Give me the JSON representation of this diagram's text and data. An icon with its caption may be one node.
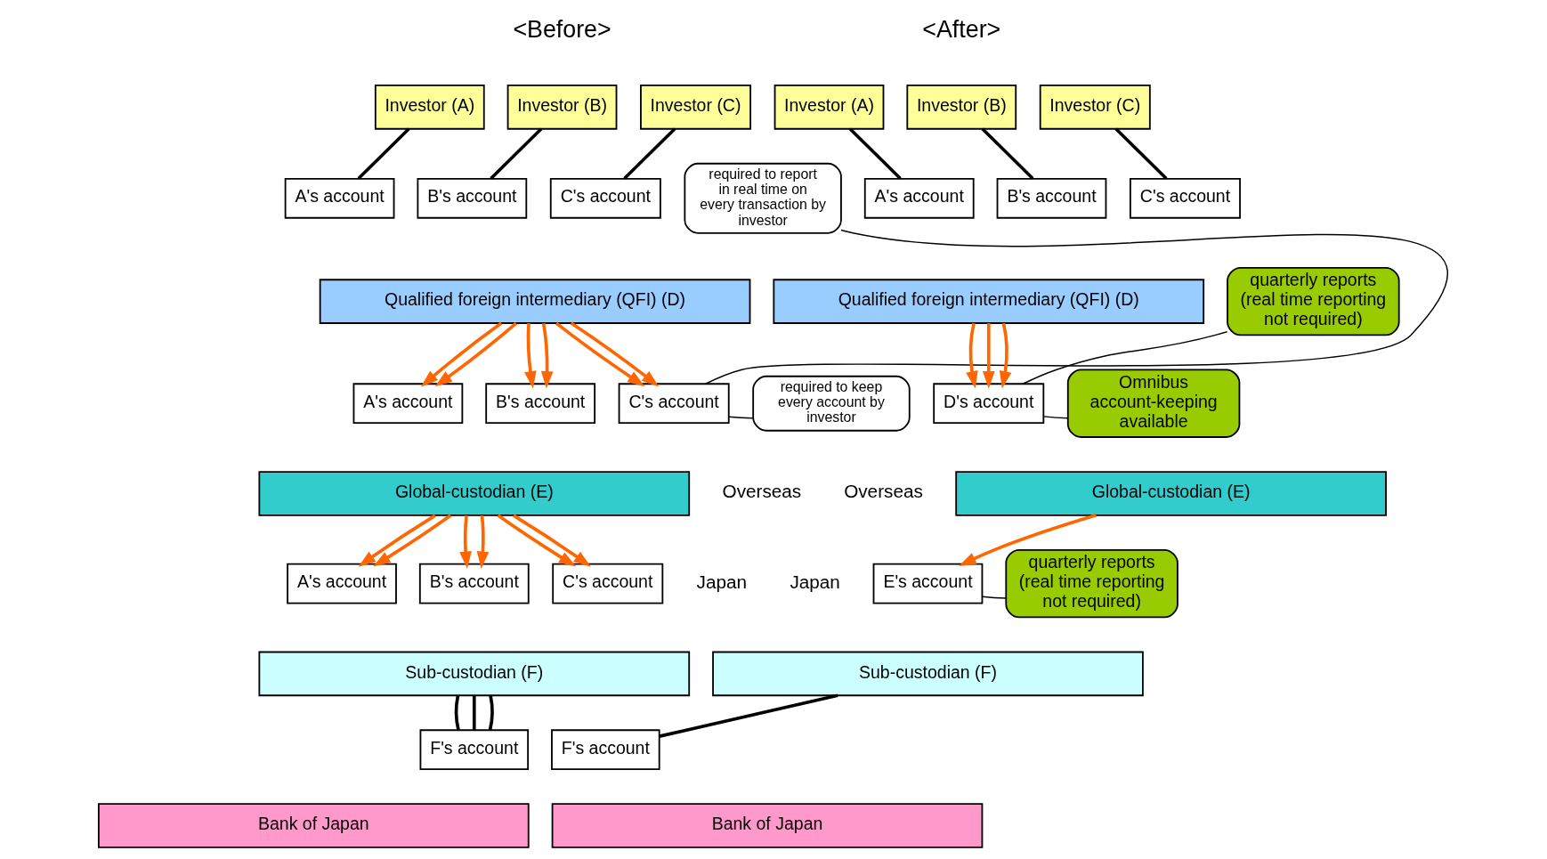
{
  "diagram": {
    "nodes": [
      {
        "text": [
          "Investor (A)"
        ]
      },
      {
        "text": [
          "Investor (B)"
        ]
      },
      {
        "text": [
          "Investor (C)"
        ]
      },
      {
        "text": [
          "A's account"
        ]
      },
      {
        "text": [
          "B's account"
        ]
      },
      {
        "text": [
          "C's account"
        ]
      },
      {
        "text": [
          "Qualified foreign intermediary (QFI) (D)"
        ]
      },
      {
        "text": [
          "A's account"
        ]
      },
      {
        "text": [
          "B's account"
        ]
      },
      {
        "text": [
          "C's account"
        ]
      },
      {
        "text": [
          "Global-custodian (E)"
        ]
      },
      {
        "text": [
          "A's account"
        ]
      },
      {
        "text": [
          "B's account"
        ]
      },
      {
        "text": [
          "C's account"
        ]
      },
      {
        "text": [
          "Sub-custodian (F)"
        ]
      },
      {
        "text": [
          "F's account"
        ]
      },
      {
        "text": [
          "Bank of Japan"
        ]
      },
      {
        "text": [
          "required to report in real time on every transaction by investor"
        ]
      },
      {
        "text": [
          "required to keep every account by investor"
        ]
      },
      {
        "text": [
          "Investor (A)"
        ]
      },
      {
        "text": [
          "Investor (B)"
        ]
      },
      {
        "text": [
          "Investor (C)"
        ]
      },
      {
        "text": [
          "A's account"
        ]
      },
      {
        "text": [
          "B's account"
        ]
      },
      {
        "text": [
          "C's account"
        ]
      },
      {
        "text": [
          "Qualified foreign intermediary (QFI) (D)"
        ]
      },
      {
        "text": [
          "D's account"
        ]
      },
      {
        "text": [
          "Global-custodian (E)"
        ]
      },
      {
        "text": [
          "E's account"
        ]
      },
      {
        "text": [
          "Sub-custodian (F)"
        ]
      },
      {
        "text": [
          "F's account"
        ]
      },
      {
        "text": [
          "Bank of Japan"
        ]
      },
      {
        "text": [
          "quarterly reports (real time reporting not required)"
        ]
      },
      {
        "text": [
          "Omnibus account-keeping available"
        ]
      },
      {
        "text": [
          "quarterly reports (real time reporting not required)"
        ]
      }
    ],
    "edges": [
      {
        "from": 0,
        "to": 3,
        "arrow": "none",
        "color": "#000000"
      },
      {
        "from": 1,
        "to": 4,
        "arrow": "none",
        "color": "#000000"
      },
      {
        "from": 2,
        "to": 5,
        "arrow": "none",
        "color": "#000000"
      },
      {
        "from": 6,
        "to": 7,
        "arrow": "to"
      },
      {
        "from": 6,
        "to": 7,
        "arrow": "to"
      },
      {
        "from": 6,
        "to": 8,
        "arrow": "to"
      },
      {
        "from": 6,
        "to": 8,
        "arrow": "to"
      },
      {
        "from": 6,
        "to": 9,
        "arrow": "to"
      },
      {
        "from": 6,
        "to": 9,
        "arrow": "to"
      },
      {
        "from": 10,
        "to": 11,
        "arrow": "to"
      },
      {
        "from": 10,
        "to": 11,
        "arrow": "to"
      },
      {
        "from": 10,
        "to": 12,
        "arrow": "to"
      },
      {
        "from": 10,
        "to": 12,
        "arrow": "to"
      },
      {
        "from": 10,
        "to": 13,
        "arrow": "to"
      },
      {
        "from": 10,
        "to": 13,
        "arrow": "to"
      },
      {
        "from": 14,
        "to": 15,
        "arrow": "none",
        "color": "#000000"
      },
      {
        "from": 14,
        "to": 15,
        "arrow": "none",
        "color": "#000000"
      },
      {
        "from": 14,
        "to": 15,
        "arrow": "none",
        "color": "#000000"
      },
      {
        "from": 17,
        "to": 9,
        "arrow": "none",
        "color": "#000000"
      },
      {
        "from": 18,
        "to": 9,
        "arrow": "none",
        "color": "#000000"
      },
      {
        "from": 19,
        "to": 22,
        "arrow": "none",
        "color": "#000000"
      },
      {
        "from": 20,
        "to": 23,
        "arrow": "none",
        "color": "#000000"
      },
      {
        "from": 21,
        "to": 24,
        "arrow": "none",
        "color": "#000000"
      },
      {
        "from": 25,
        "to": 26,
        "arrow": "to"
      },
      {
        "from": 25,
        "to": 26,
        "arrow": "to"
      },
      {
        "from": 25,
        "to": 26,
        "arrow": "to"
      },
      {
        "from": 27,
        "to": 28,
        "arrow": "to"
      },
      {
        "from": 29,
        "to": 30,
        "arrow": "none",
        "color": "#000000"
      },
      {
        "from": 32,
        "to": 26,
        "arrow": "none",
        "color": "#000000"
      },
      {
        "from": 33,
        "to": 26,
        "arrow": "none",
        "color": "#000000"
      },
      {
        "from": 34,
        "to": 28,
        "arrow": "none",
        "color": "#000000"
      }
    ],
    "labels": [
      "<Before>",
      "<After>",
      "Overseas",
      "Japan",
      "Overseas",
      "Japan"
    ]
  }
}
